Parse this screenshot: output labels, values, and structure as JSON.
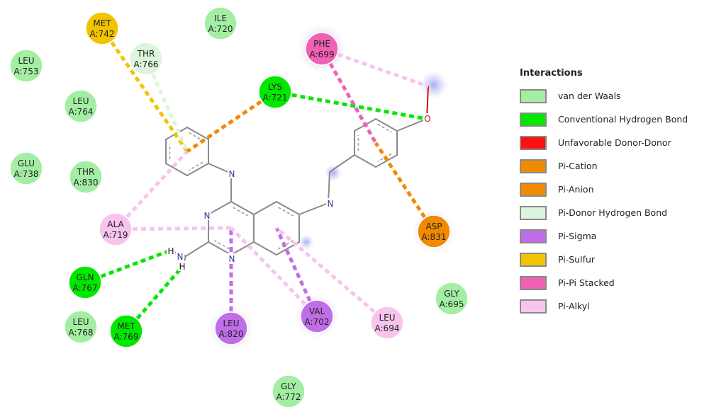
{
  "colors": {
    "van_der_waals": "#a4eea4",
    "conventional_hbond": "#00e800",
    "unfavorable_donor_donor": "#ff1010",
    "pi_cation": "#f08a00",
    "pi_anion": "#f08a00",
    "pi_donor_hbond": "#dcf5dc",
    "pi_sigma": "#c06ee8",
    "pi_sulfur": "#f2c400",
    "pi_pi_stacked": "#f060b4",
    "pi_alkyl": "#f8c4ee",
    "bond": "#8a8a8a"
  },
  "residues": [
    {
      "key": "met742",
      "line1": "MET",
      "line2": "A:742",
      "type": "pi_sulfur"
    },
    {
      "key": "ile720",
      "line1": "ILE",
      "line2": "A:720",
      "type": "van_der_waals"
    },
    {
      "key": "phe699",
      "line1": "PHE",
      "line2": "A:699",
      "type": "pi_pi_stacked"
    },
    {
      "key": "leu753",
      "line1": "LEU",
      "line2": "A:753",
      "type": "van_der_waals"
    },
    {
      "key": "thr766",
      "line1": "THR",
      "line2": "A:766",
      "type": "pi_donor_hbond"
    },
    {
      "key": "lys721",
      "line1": "LYS",
      "line2": "A:721",
      "type": "conventional_hbond"
    },
    {
      "key": "leu764",
      "line1": "LEU",
      "line2": "A:764",
      "type": "van_der_waals"
    },
    {
      "key": "glu738",
      "line1": "GLU",
      "line2": "A:738",
      "type": "van_der_waals"
    },
    {
      "key": "thr830",
      "line1": "THR",
      "line2": "A:830",
      "type": "van_der_waals"
    },
    {
      "key": "ala719",
      "line1": "ALA",
      "line2": "A:719",
      "type": "pi_alkyl"
    },
    {
      "key": "asp831",
      "line1": "ASP",
      "line2": "A:831",
      "type": "pi_anion"
    },
    {
      "key": "gln767",
      "line1": "GLN",
      "line2": "A:767",
      "type": "conventional_hbond"
    },
    {
      "key": "gly695",
      "line1": "GLY",
      "line2": "A:695",
      "type": "van_der_waals"
    },
    {
      "key": "val702",
      "line1": "VAL",
      "line2": "A:702",
      "type": "pi_sigma"
    },
    {
      "key": "leu694",
      "line1": "LEU",
      "line2": "A:694",
      "type": "pi_alkyl"
    },
    {
      "key": "leu768",
      "line1": "LEU",
      "line2": "A:768",
      "type": "van_der_waals"
    },
    {
      "key": "met769",
      "line1": "MET",
      "line2": "A:769",
      "type": "conventional_hbond"
    },
    {
      "key": "leu820",
      "line1": "LEU",
      "line2": "A:820",
      "type": "pi_sigma"
    },
    {
      "key": "gly772",
      "line1": "GLY",
      "line2": "A:772",
      "type": "van_der_waals"
    }
  ],
  "interactions": [
    {
      "from": "met742",
      "to": "ring_left",
      "type": "pi_sulfur"
    },
    {
      "from": "thr766",
      "to": "ring_left",
      "type": "pi_donor_hbond"
    },
    {
      "from": "lys721",
      "to": "ring_left",
      "type": "pi_cation"
    },
    {
      "from": "lys721",
      "to": "atom_o",
      "type": "conventional_hbond"
    },
    {
      "from": "phe699",
      "to": "ring_right",
      "type": "pi_pi_stacked"
    },
    {
      "from": "phe699",
      "to": "atom_methyl",
      "type": "pi_alkyl"
    },
    {
      "from": "asp831",
      "to": "ring_right",
      "type": "pi_anion"
    },
    {
      "from": "ala719",
      "to": "ring_left",
      "type": "pi_alkyl"
    },
    {
      "from": "ala719",
      "to": "ring_pyrimidine",
      "type": "pi_alkyl"
    },
    {
      "from": "gln767",
      "to": "atom_h1",
      "type": "conventional_hbond"
    },
    {
      "from": "met769",
      "to": "atom_h2",
      "type": "conventional_hbond"
    },
    {
      "from": "leu820",
      "to": "ring_pyrimidine",
      "type": "pi_sigma"
    },
    {
      "from": "val702",
      "to": "ring_pyrimidine",
      "type": "pi_alkyl"
    },
    {
      "from": "val702",
      "to": "ring_benzo",
      "type": "pi_sigma"
    },
    {
      "from": "leu694",
      "to": "ring_benzo",
      "type": "pi_alkyl"
    }
  ],
  "atoms": [
    {
      "key": "n1",
      "text": "N",
      "kind": "n"
    },
    {
      "key": "n2",
      "text": "N",
      "kind": "n"
    },
    {
      "key": "n3",
      "text": "N",
      "kind": "n"
    },
    {
      "key": "n4",
      "text": "N",
      "kind": "n"
    },
    {
      "key": "n5",
      "text": "N",
      "kind": "n"
    },
    {
      "key": "n6",
      "text": "N",
      "kind": "n"
    },
    {
      "key": "h1",
      "text": "H",
      "kind": "h"
    },
    {
      "key": "h2",
      "text": "H",
      "kind": "h"
    },
    {
      "key": "o1",
      "text": "O",
      "kind": "o"
    }
  ],
  "legend": {
    "title": "Interactions",
    "items": [
      {
        "label": "van der Waals",
        "type": "van_der_waals"
      },
      {
        "label": "Conventional Hydrogen Bond",
        "type": "conventional_hbond"
      },
      {
        "label": "Unfavorable Donor-Donor",
        "type": "unfavorable_donor_donor"
      },
      {
        "label": "Pi-Cation",
        "type": "pi_cation"
      },
      {
        "label": "Pi-Anion",
        "type": "pi_anion"
      },
      {
        "label": "Pi-Donor Hydrogen Bond",
        "type": "pi_donor_hbond"
      },
      {
        "label": "Pi-Sigma",
        "type": "pi_sigma"
      },
      {
        "label": "Pi-Sulfur",
        "type": "pi_sulfur"
      },
      {
        "label": "Pi-Pi Stacked",
        "type": "pi_pi_stacked"
      },
      {
        "label": "Pi-Alkyl",
        "type": "pi_alkyl"
      }
    ]
  }
}
